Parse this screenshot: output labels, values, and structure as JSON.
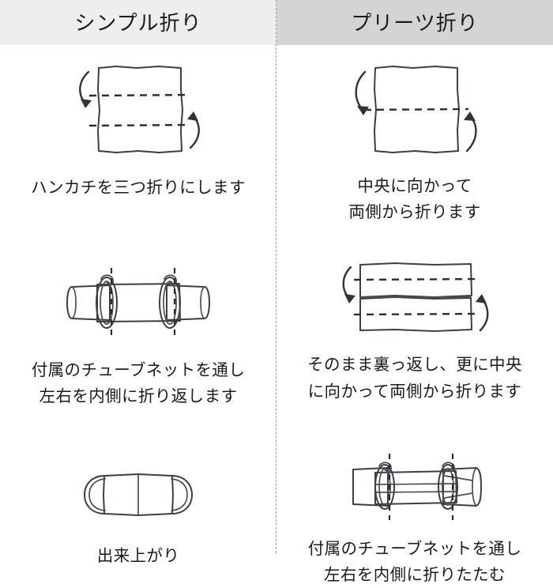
{
  "header": {
    "left_title": "シンプル折り",
    "right_title": "プリーツ折り",
    "left_bg": "#eeeeee",
    "right_bg": "#d4d4d4",
    "text_color": "#1b1b1b"
  },
  "divider": {
    "style": "dashed-vertical",
    "color": "#9a9a9a"
  },
  "columns": [
    {
      "id": "simple-fold",
      "title": "シンプル折り",
      "steps": [
        {
          "index": 1,
          "figure": "handkerchief-square-two-fold-lines",
          "caption": "ハンカチを三つ折りにします"
        },
        {
          "index": 2,
          "figure": "band-with-two-tube-nets-and-vertical-fold-lines",
          "caption": "付属のチューブネットを通し\n左右を内側に折り返します"
        },
        {
          "index": 3,
          "figure": "finished-mask-with-ear-loops",
          "caption": "出来上がり"
        }
      ]
    },
    {
      "id": "pleats-fold",
      "title": "プリーツ折り",
      "steps": [
        {
          "index": 1,
          "figure": "handkerchief-square-one-center-fold-line",
          "caption": "中央に向かって\n両側から折ります"
        },
        {
          "index": 2,
          "figure": "half-folded-band-two-fold-lines",
          "caption": "そのまま裏っ返し、更に中央\nに向かって両側から折ります"
        },
        {
          "index": 3,
          "figure": "pleated-band-with-two-tube-nets",
          "caption": "付属のチューブネットを通し\n左右を内側に折りたたむ"
        }
      ]
    }
  ]
}
